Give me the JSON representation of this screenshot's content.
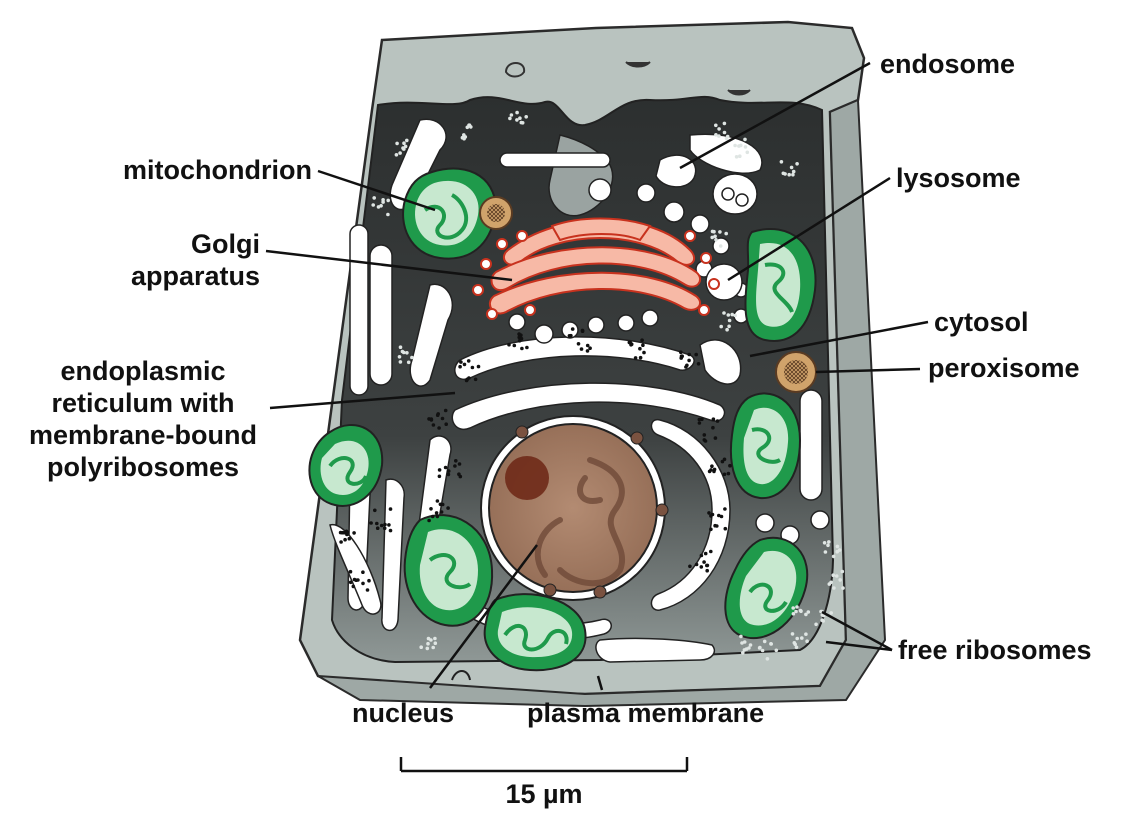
{
  "labels": {
    "endosome": "endosome",
    "mitochondrion": "mitochondrion",
    "lysosome": "lysosome",
    "golgi": [
      "Golgi",
      "apparatus"
    ],
    "cytosol": "cytosol",
    "peroxisome": "peroxisome",
    "er": [
      "endoplasmic",
      "reticulum with",
      "membrane-bound",
      "polyribosomes"
    ],
    "free_ribosomes": "free ribosomes",
    "nucleus": "nucleus",
    "plasma_membrane": "plasma membrane"
  },
  "scale_bar": {
    "label": "15 µm"
  },
  "colors": {
    "cell_outer": "#b9c3bf",
    "cytoplasm": "#3a3d3d",
    "mitochondrion": "#1f9a4b",
    "mitochondrion_inner": "#c7e8cf",
    "golgi": "#e8452f",
    "golgi_inner": "#f7b9a6",
    "nucleus": "#a27b63",
    "chromatin": "#6f4a38",
    "peroxisome": "#d0a36b",
    "er": "#ffffff"
  }
}
